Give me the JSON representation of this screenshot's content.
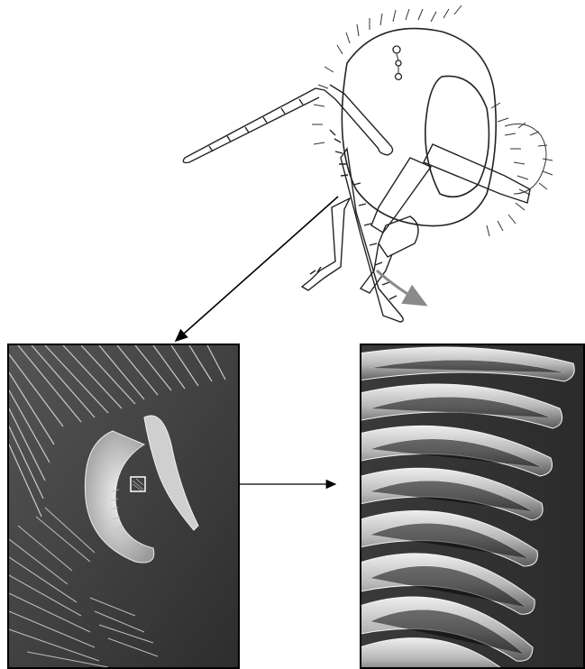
{
  "figure": {
    "colors": {
      "background": "#ffffff",
      "line_art": "#222222",
      "arrow": "#000000",
      "gray_arrow": "#8a8a8a",
      "sem_dark": "#2a2a2a",
      "sem_light": "#e8e8e8"
    },
    "panels": [
      {
        "content": "insect-head-line-drawing"
      },
      {
        "content": "sem-antenna-cleaner"
      },
      {
        "content": "sem-comb-bristles"
      }
    ]
  }
}
